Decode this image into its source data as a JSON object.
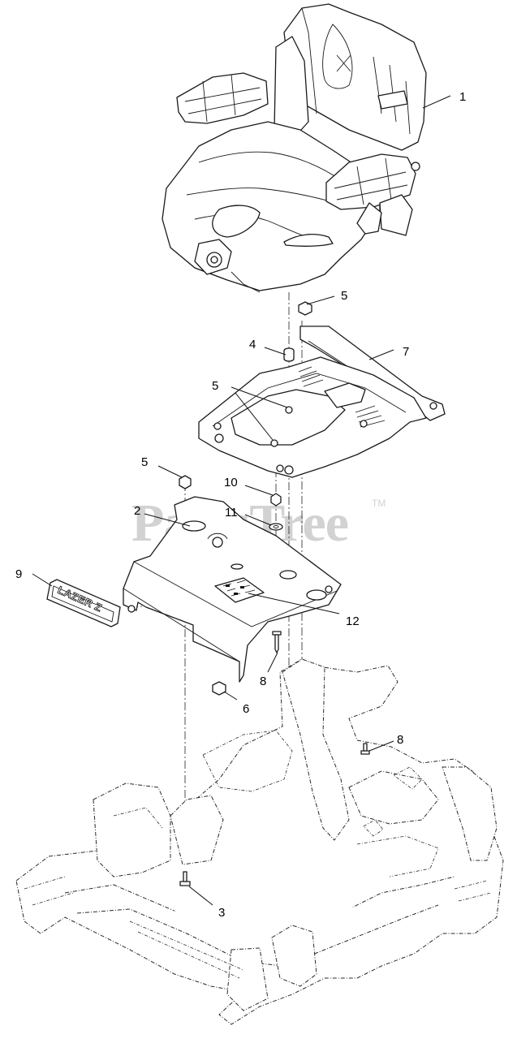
{
  "watermark": {
    "text": "PartsTree",
    "trademark": "TM"
  },
  "decal": {
    "text": "LAZER Z"
  },
  "callouts": [
    {
      "id": "c1",
      "label": "1",
      "part": "seat"
    },
    {
      "id": "c5a",
      "label": "5",
      "part": "nut"
    },
    {
      "id": "c4",
      "label": "4",
      "part": "spacer"
    },
    {
      "id": "c7",
      "label": "7",
      "part": "seat-suspension-plate"
    },
    {
      "id": "c5b",
      "label": "5",
      "part": "nut"
    },
    {
      "id": "c5c",
      "label": "5",
      "part": "nut"
    },
    {
      "id": "c10",
      "label": "10",
      "part": "nut"
    },
    {
      "id": "c2",
      "label": "2",
      "part": "seat-pan-cover"
    },
    {
      "id": "c11",
      "label": "11",
      "part": "washer"
    },
    {
      "id": "c9",
      "label": "9",
      "part": "decal"
    },
    {
      "id": "c12",
      "label": "12",
      "part": "decal"
    },
    {
      "id": "c8a",
      "label": "8",
      "part": "screw"
    },
    {
      "id": "c6",
      "label": "6",
      "part": "nut"
    },
    {
      "id": "c8b",
      "label": "8",
      "part": "screw"
    },
    {
      "id": "c3",
      "label": "3",
      "part": "bolt"
    }
  ]
}
